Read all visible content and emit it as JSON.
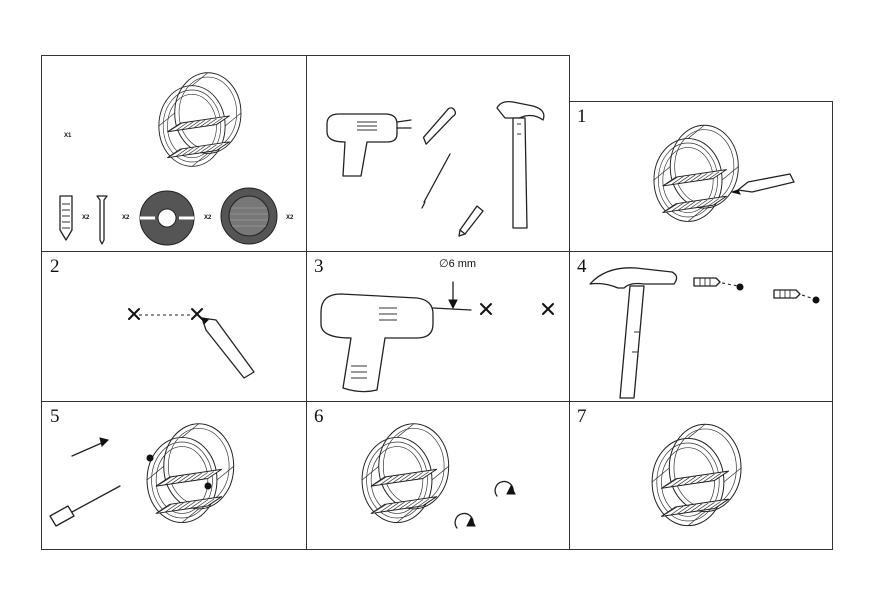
{
  "parts_panel": {
    "basket_qty": "X1",
    "anchor_qty": "X2",
    "screw_qty": "X2",
    "clip_qty": "X2",
    "cap_qty": "X2"
  },
  "tools_panel": {
    "tools": [
      "drill-icon",
      "screwdriver-icon",
      "hammer-icon",
      "pencil-icon"
    ]
  },
  "steps": [
    {
      "number": "1"
    },
    {
      "number": "2"
    },
    {
      "number": "3",
      "annotation": "∅6 mm"
    },
    {
      "number": "4"
    },
    {
      "number": "5"
    },
    {
      "number": "6"
    },
    {
      "number": "7"
    }
  ],
  "colors": {
    "line": "#222222",
    "background": "#ffffff",
    "border": "#333333"
  }
}
